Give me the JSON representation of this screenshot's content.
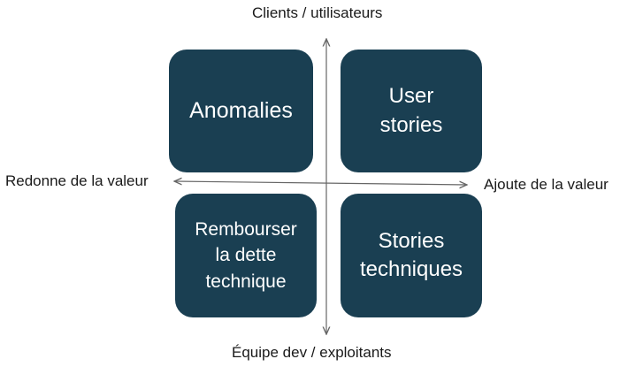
{
  "axes": {
    "top": "Clients / utilisateurs",
    "bottom": "Équipe dev / exploitants",
    "left": "Redonne de la valeur",
    "right": "Ajoute de la valeur"
  },
  "quadrants": {
    "top_left": "Anomalies",
    "top_right": "User\nstories",
    "bottom_left": "Rembourser\nla dette\ntechnique",
    "bottom_right": "Stories\ntechniques"
  },
  "colors": {
    "box_fill": "#1a3f52",
    "box_text": "#ffffff",
    "axis_line": "#666666"
  }
}
